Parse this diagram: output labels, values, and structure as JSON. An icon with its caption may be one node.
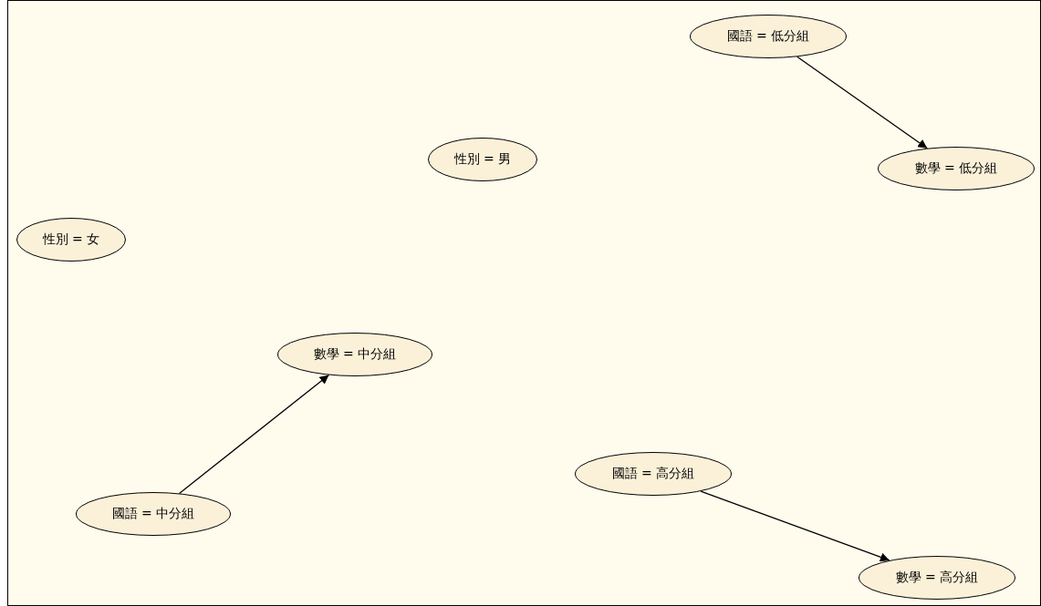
{
  "diagram": {
    "nodes": [
      {
        "text": [
          "國語 = 低分組"
        ]
      },
      {
        "text": [
          "性別 = 男"
        ]
      },
      {
        "text": [
          "數學 = 低分組"
        ]
      },
      {
        "text": [
          "性別 = 女"
        ]
      },
      {
        "text": [
          "數學 = 中分組"
        ]
      },
      {
        "text": [
          "國語 = 高分組"
        ]
      },
      {
        "text": [
          "國語 = 中分組"
        ]
      },
      {
        "text": [
          "數學 = 高分組"
        ]
      }
    ],
    "edges": [
      {
        "from": 0,
        "to": 2,
        "arrow": "to"
      },
      {
        "from": 6,
        "to": 4,
        "arrow": "to"
      },
      {
        "from": 5,
        "to": 7,
        "arrow": "to"
      }
    ]
  }
}
